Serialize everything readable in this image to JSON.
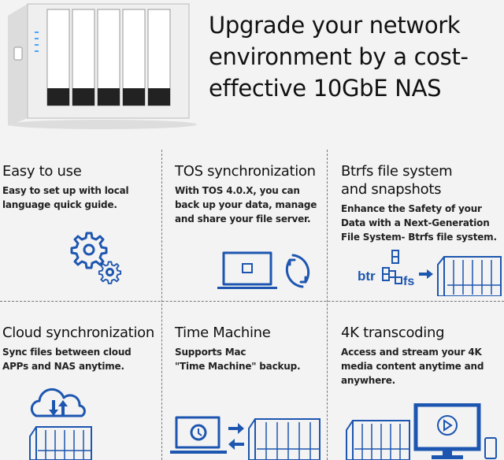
{
  "hero": {
    "headline_lines": [
      "Upgrade your network",
      "environment by a cost-",
      "effective 10GbE NAS"
    ]
  },
  "features": [
    {
      "title": "Easy to use",
      "body": [
        "Easy to set up with local",
        "language quick guide."
      ],
      "icon": "gears-icon"
    },
    {
      "title": "TOS synchronization",
      "body": [
        "With TOS 4.0.X, you can",
        "back up your data, manage",
        "and share your file server."
      ],
      "icon": "laptop-sync-icon"
    },
    {
      "title": "Btrfs file system",
      "title2": "and snapshots",
      "body": [
        "Enhance the Safety of your",
        "Data with a Next-Generation",
        "File System- Btrfs file system."
      ],
      "icon": "btrfs-nas-icon",
      "icon_text_a": "btr",
      "icon_text_b": "fs"
    },
    {
      "title": "Cloud synchronization",
      "body": [
        "Sync files between cloud",
        "APPs and NAS anytime."
      ],
      "icon": "cloud-nas-icon"
    },
    {
      "title": "Time Machine",
      "body": [
        "Supports Mac",
        "\"Time Machine\" backup."
      ],
      "icon": "time-machine-icon"
    },
    {
      "title": "4K transcoding",
      "body": [
        "Access and stream your 4K",
        "media content anytime and",
        "anywhere."
      ],
      "icon": "transcoding-icon"
    }
  ],
  "colors": {
    "accent": "#1d56b0",
    "background": "#f3f3f3"
  }
}
